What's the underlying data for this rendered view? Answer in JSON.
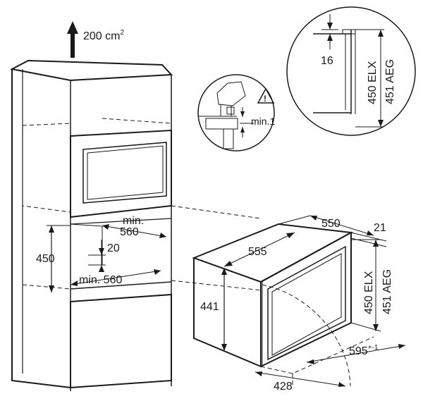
{
  "ventilation": {
    "area": "200 cm",
    "exp": "2"
  },
  "cabinet": {
    "opening_depth_top": {
      "prefix": "min.",
      "value": "560"
    },
    "opening_height": "450",
    "gap": "20",
    "opening_depth_bottom": "min. 560"
  },
  "appliance": {
    "depth": "555",
    "height": "441",
    "width_top": "550",
    "front": "21",
    "height_elx": "450 ELX",
    "height_aeg": "451 AEG",
    "door_swing": "595",
    "door_tol": "+-1",
    "depth_bottom": "428"
  },
  "detail_circle": {
    "dim": "16",
    "height_elx": "450 ELX",
    "height_aeg": "451 AEG"
  },
  "warning_circle": {
    "min_label": "min.1",
    "warning_symbol": "!"
  }
}
